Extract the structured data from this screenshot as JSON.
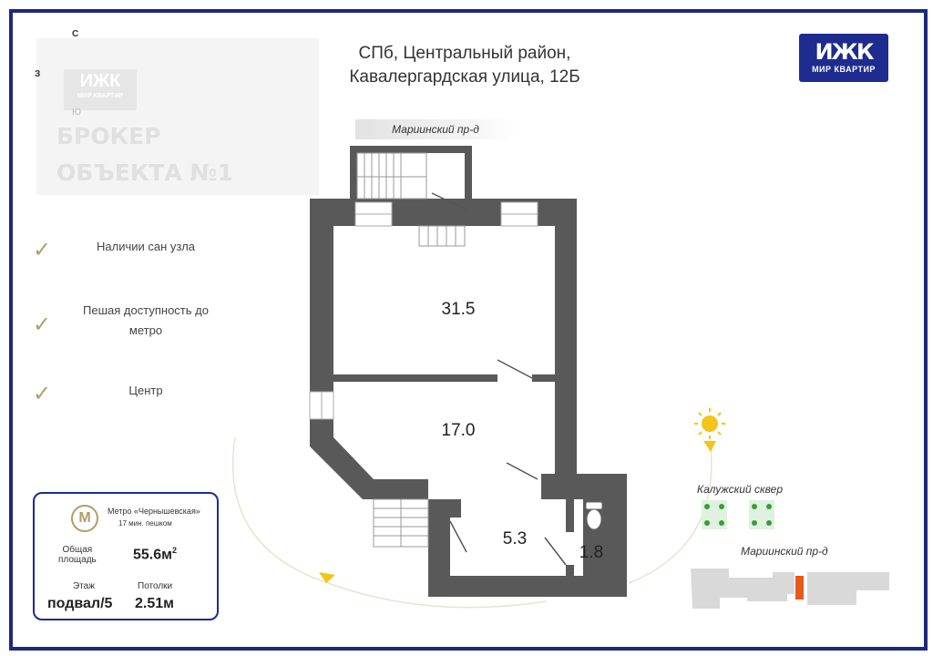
{
  "address": {
    "line1": "СПб, Центральный район,",
    "line2": "Кавалергардская улица, 12Б"
  },
  "logo": {
    "mark": "ИЖК",
    "text": "МИР КВАРТИР"
  },
  "watermark_broker": {
    "logo_mark": "ИЖК",
    "logo_text": "МИР КВАРТИР",
    "line1": "БРОКЕР",
    "line2": "ОБЪЕКТА №1"
  },
  "compass": {
    "north": "С",
    "west": "З",
    "south": "Ю"
  },
  "features": [
    {
      "icon": "checkmark-icon",
      "text": "Наличии сан узла"
    },
    {
      "icon": "checkmark-icon",
      "text": "Пешая доступность до метро"
    },
    {
      "icon": "checkmark-icon",
      "text": "Центр"
    }
  ],
  "streets": {
    "top": "Мариинский пр-д",
    "park": "Калужский сквер",
    "bottom_right": "Мариинский пр-д"
  },
  "rooms": [
    "31.5",
    "17.0",
    "5.3",
    "1.8"
  ],
  "info": {
    "metro_icon": "metro-icon",
    "metro_station": "Метро «Чернышевская»",
    "metro_walk": "17 мин. пешком",
    "area_label_1": "Общая",
    "area_label_2": "площадь",
    "area_value": "55.6м",
    "area_sup": "2",
    "floor_label": "Этаж",
    "floor_value": "подвал/5",
    "ceiling_label": "Потолки",
    "ceiling_value": "2.51м"
  },
  "colors": {
    "frame": "#1d2a7a",
    "walls": "#595959",
    "accent_gold": "#b2a062",
    "sun": "#f3c419",
    "highlight": "#e85a1c"
  }
}
